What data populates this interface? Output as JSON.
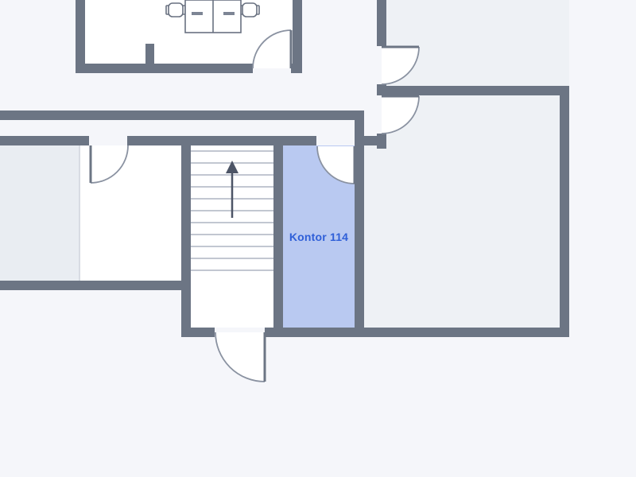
{
  "floor_plan": {
    "rooms": {
      "kontor_114": {
        "label": "Kontor 114",
        "fill": "#b9c9f1",
        "label_color": "#2f5fd8",
        "highlighted": true
      }
    },
    "colors": {
      "wall": "#6c7584",
      "background": "#f5f6fa",
      "room_light": "#ffffff",
      "room_shaded": "#eef1f5"
    },
    "icons": {
      "stairs_arrow_icon": "arrow-up",
      "door_swing_icon": "quarter-circle-arc",
      "office_chair_icon": "rounded-square-chair",
      "desk_icon": "rectangle-desk"
    }
  }
}
